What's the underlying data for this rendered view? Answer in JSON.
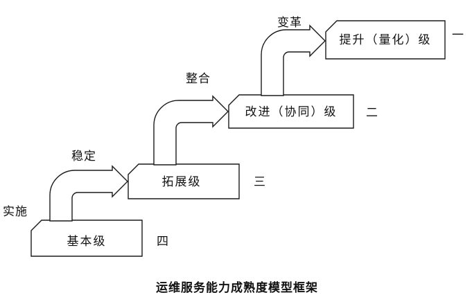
{
  "title": "运维服务能力成熟度模型框架",
  "levels": [
    {
      "name": "提升（量化）级",
      "rank": "一"
    },
    {
      "name": "改进（协同）级",
      "rank": "二"
    },
    {
      "name": "拓展级",
      "rank": "三"
    },
    {
      "name": "基本级",
      "rank": "四"
    }
  ],
  "transitions": [
    {
      "label": "变革"
    },
    {
      "label": "整合"
    },
    {
      "label": "稳定"
    },
    {
      "label": "实施"
    }
  ],
  "colors": {
    "line": "#1a1a1a",
    "shape_fill": "#ffffff",
    "background": "#ffffff"
  }
}
